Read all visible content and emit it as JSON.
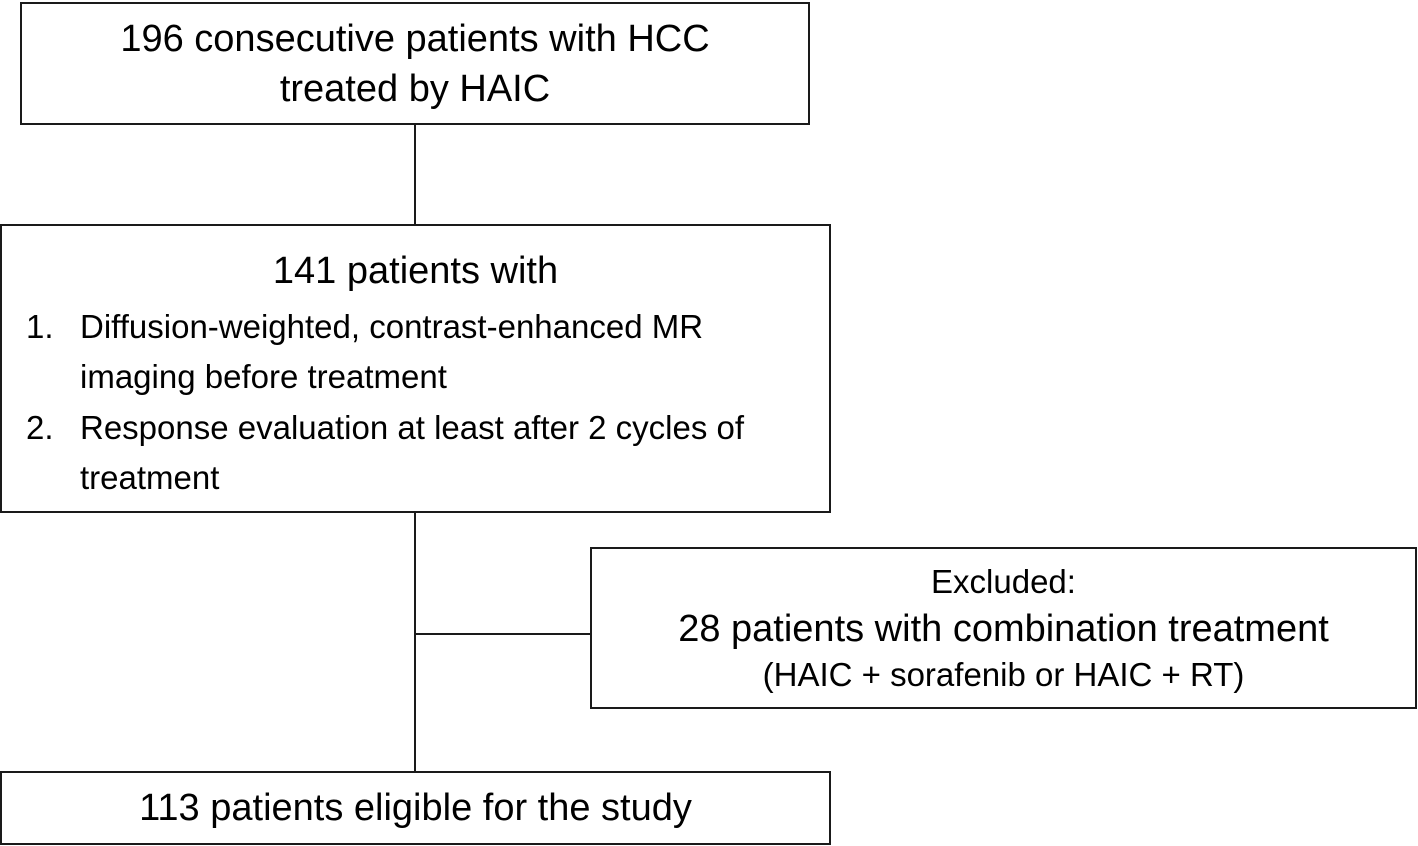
{
  "flow": {
    "top_box": {
      "line1": "196 consecutive patients with HCC",
      "line2": "treated by HAIC"
    },
    "criteria_box": {
      "heading": "141 patients with",
      "items": [
        {
          "number": "1.",
          "text": "Diffusion-weighted, contrast-enhanced MR imaging before treatment"
        },
        {
          "number": "2.",
          "text": "Response evaluation at least after 2 cycles of treatment"
        }
      ]
    },
    "excluded_box": {
      "label": "Excluded:",
      "main": "28 patients with combination treatment",
      "sub": "(HAIC + sorafenib or HAIC + RT)"
    },
    "bottom_box": {
      "text": "113 patients eligible for the study"
    }
  }
}
